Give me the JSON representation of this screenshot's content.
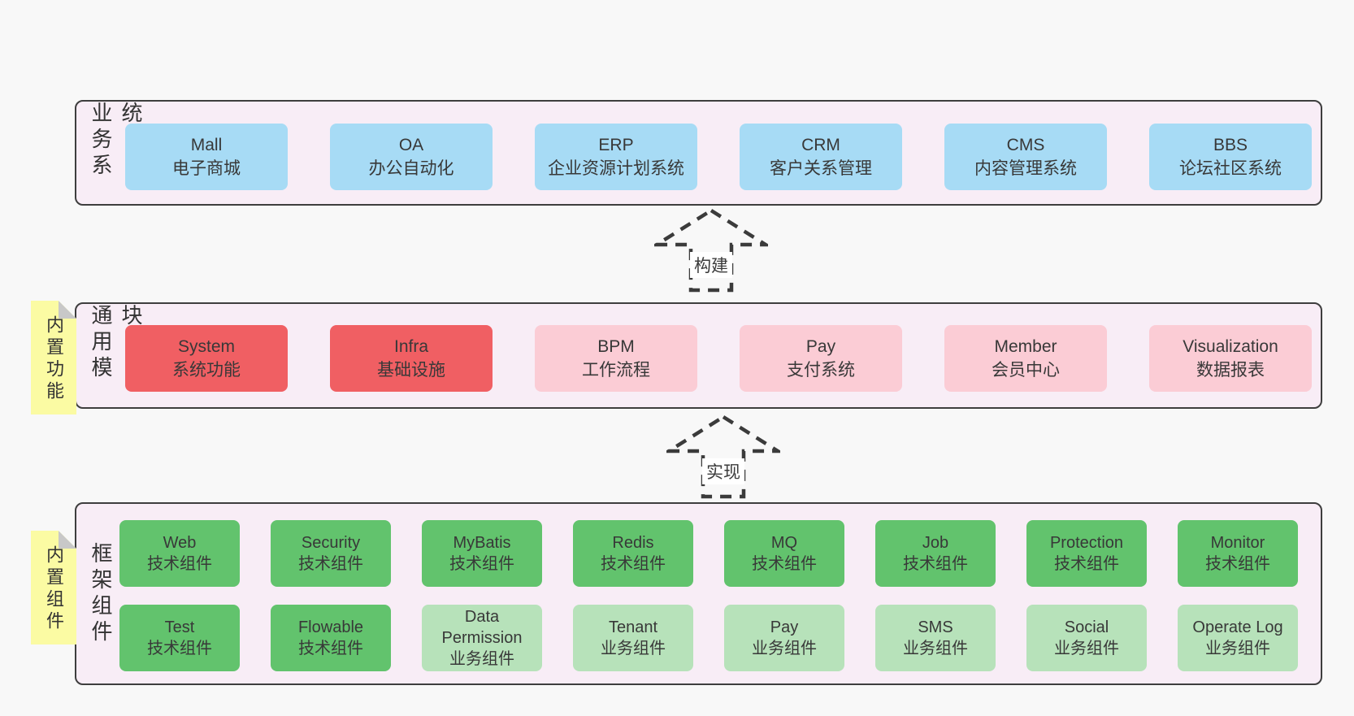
{
  "colors": {
    "background": "#f8f8f8",
    "container_fill": "#f8edf6",
    "container_border": "#3e3e3e",
    "blue_box": "#a7dbf5",
    "red_box": "#f05f63",
    "pink_box": "#fbccd5",
    "green_dark_box": "#62c36d",
    "green_light_box": "#b7e2ba",
    "note_yellow": "#fbfba3",
    "text": "#383838"
  },
  "arrows": [
    {
      "label": "构建"
    },
    {
      "label": "实现"
    }
  ],
  "layers": {
    "business": {
      "label": "业务系统",
      "items": [
        {
          "name": "Mall",
          "desc": "电子商城"
        },
        {
          "name": "OA",
          "desc": "办公自动化"
        },
        {
          "name": "ERP",
          "desc": "企业资源计划系统"
        },
        {
          "name": "CRM",
          "desc": "客户关系管理"
        },
        {
          "name": "CMS",
          "desc": "内容管理系统"
        },
        {
          "name": "BBS",
          "desc": "论坛社区系统"
        }
      ]
    },
    "modules": {
      "label": "通用模块",
      "note": "内置功能",
      "items": [
        {
          "name": "System",
          "desc": "系统功能"
        },
        {
          "name": "Infra",
          "desc": "基础设施"
        },
        {
          "name": "BPM",
          "desc": "工作流程"
        },
        {
          "name": "Pay",
          "desc": "支付系统"
        },
        {
          "name": "Member",
          "desc": "会员中心"
        },
        {
          "name": "Visualization",
          "desc": "数据报表"
        }
      ]
    },
    "framework": {
      "label": "框架组件",
      "note": "内置组件",
      "row1": [
        {
          "name": "Web",
          "desc": "技术组件"
        },
        {
          "name": "Security",
          "desc": "技术组件"
        },
        {
          "name": "MyBatis",
          "desc": "技术组件"
        },
        {
          "name": "Redis",
          "desc": "技术组件"
        },
        {
          "name": "MQ",
          "desc": "技术组件"
        },
        {
          "name": "Job",
          "desc": "技术组件"
        },
        {
          "name": "Protection",
          "desc": "技术组件"
        },
        {
          "name": "Monitor",
          "desc": "技术组件"
        }
      ],
      "row2": [
        {
          "name": "Test",
          "desc": "技术组件"
        },
        {
          "name": "Flowable",
          "desc": "技术组件"
        },
        {
          "name": "Data Permission",
          "desc": "业务组件"
        },
        {
          "name": "Tenant",
          "desc": "业务组件"
        },
        {
          "name": "Pay",
          "desc": "业务组件"
        },
        {
          "name": "SMS",
          "desc": "业务组件"
        },
        {
          "name": "Social",
          "desc": "业务组件"
        },
        {
          "name": "Operate Log",
          "desc": "业务组件"
        }
      ]
    }
  }
}
